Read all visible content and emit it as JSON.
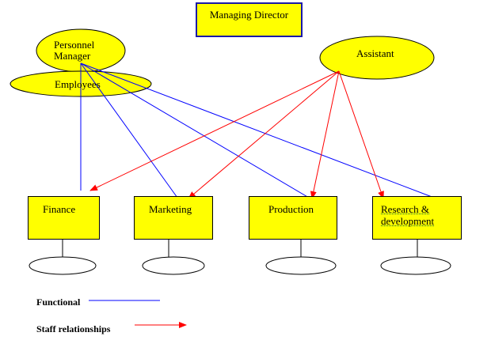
{
  "top": {
    "managing_director": "Managing Director"
  },
  "ovals": {
    "personnel_manager": "Personnel Manager",
    "employees": "Employees",
    "assistant": "Assistant"
  },
  "departments": [
    {
      "label": "Finance"
    },
    {
      "label": "Marketing"
    },
    {
      "label": "Production"
    },
    {
      "label": "Research & development"
    }
  ],
  "legend": {
    "functional": "Functional",
    "staff": "Staff relationships"
  },
  "colors": {
    "box_fill": "#ffff00",
    "md_border": "#1a1aa8",
    "functional_line": "#0000ff",
    "staff_line": "#ff0000"
  }
}
